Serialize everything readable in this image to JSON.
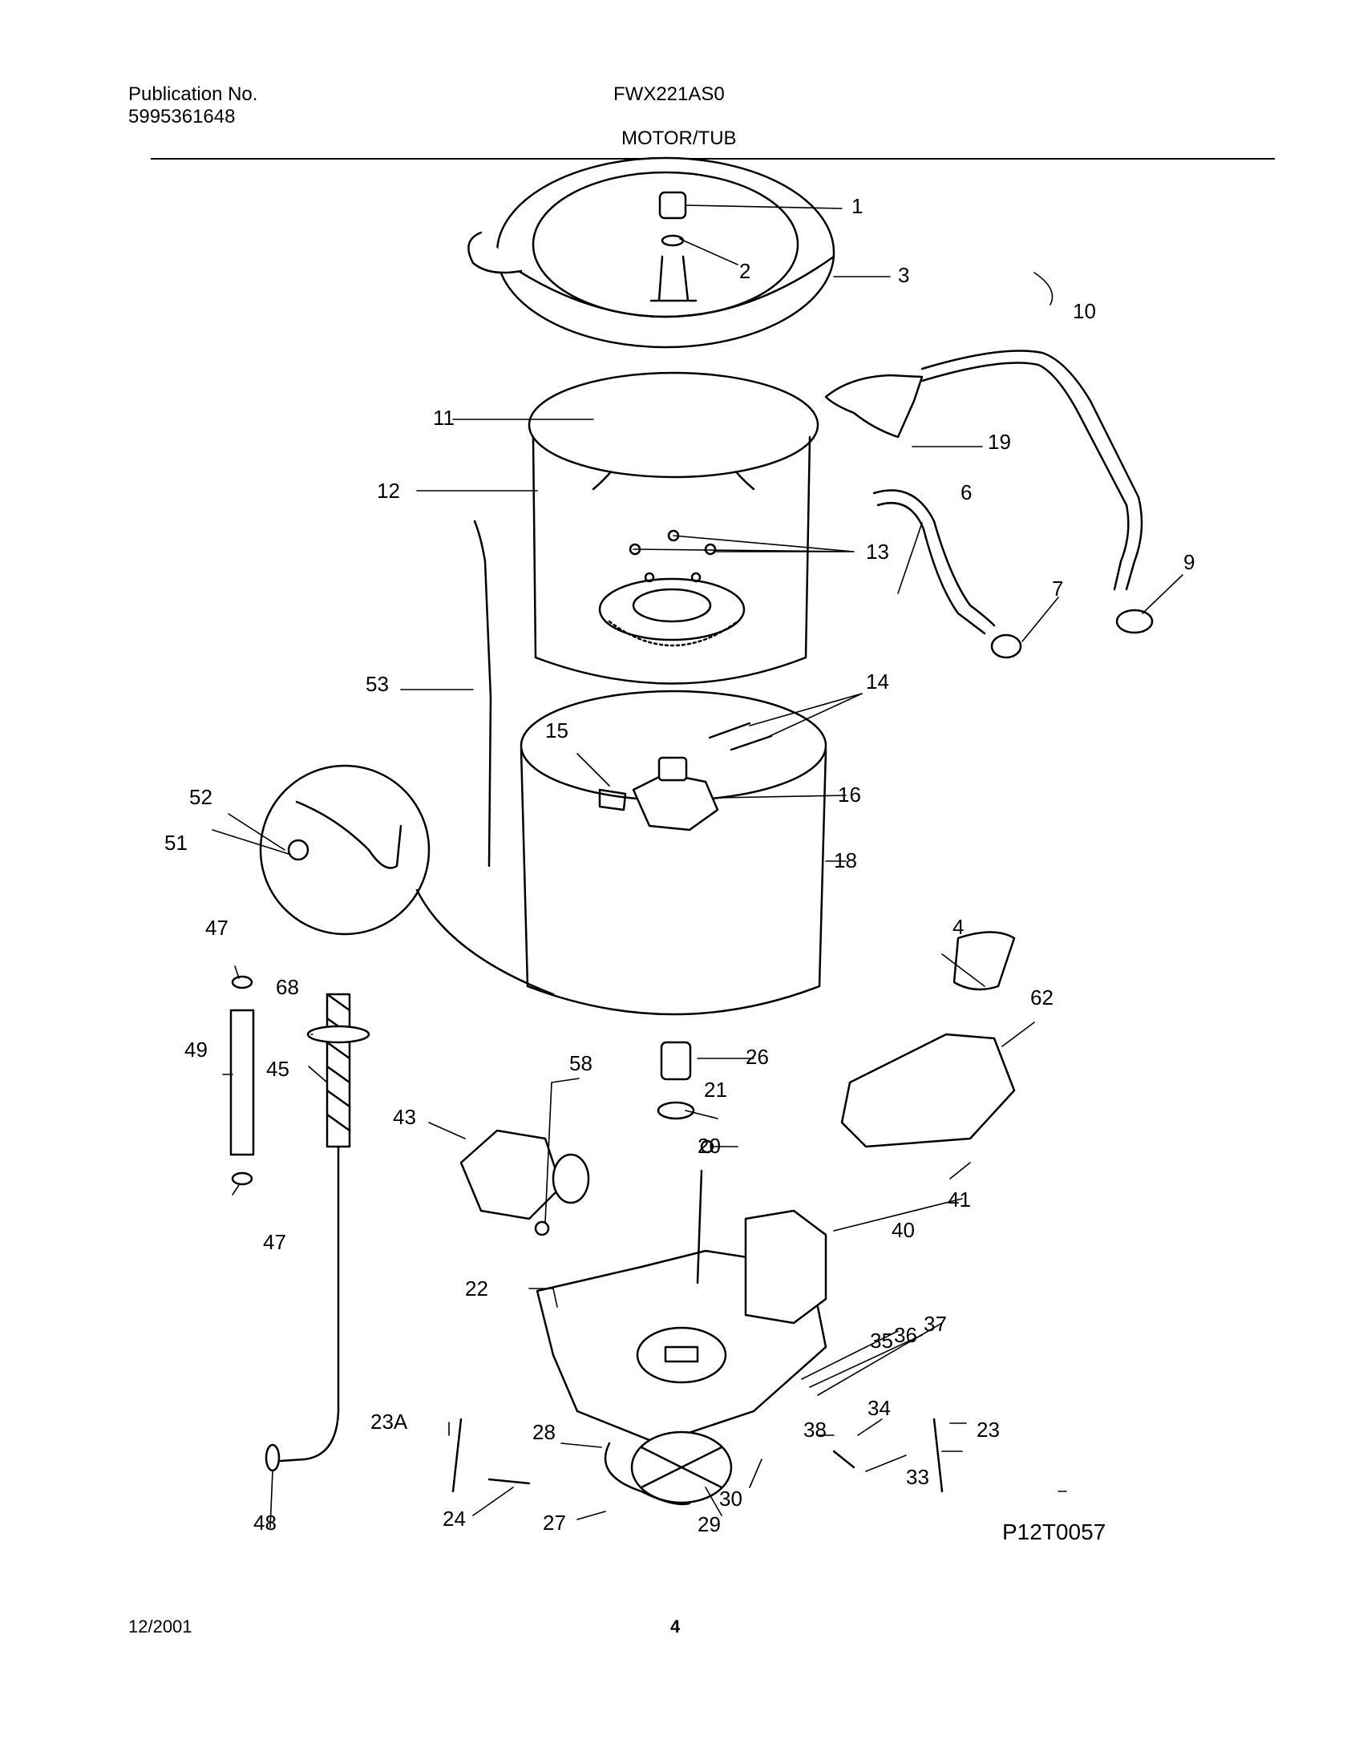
{
  "header": {
    "publication_label": "Publication No.",
    "publication_number": "5995361648",
    "model": "FWX221AS0",
    "section_title": "MOTOR/TUB"
  },
  "figure": {
    "code": "P12T0057",
    "callouts": [
      "1",
      "2",
      "3",
      "4",
      "6",
      "7",
      "9",
      "10",
      "11",
      "12",
      "13",
      "14",
      "15",
      "16",
      "18",
      "19",
      "20",
      "21",
      "22",
      "23",
      "23A",
      "24",
      "26",
      "27",
      "28",
      "29",
      "30",
      "33",
      "34",
      "35",
      "36",
      "37",
      "38",
      "40",
      "41",
      "43",
      "45",
      "47",
      "47",
      "48",
      "49",
      "51",
      "52",
      "53",
      "58",
      "62",
      "68"
    ]
  },
  "footer": {
    "date": "12/2001",
    "page": "4"
  }
}
